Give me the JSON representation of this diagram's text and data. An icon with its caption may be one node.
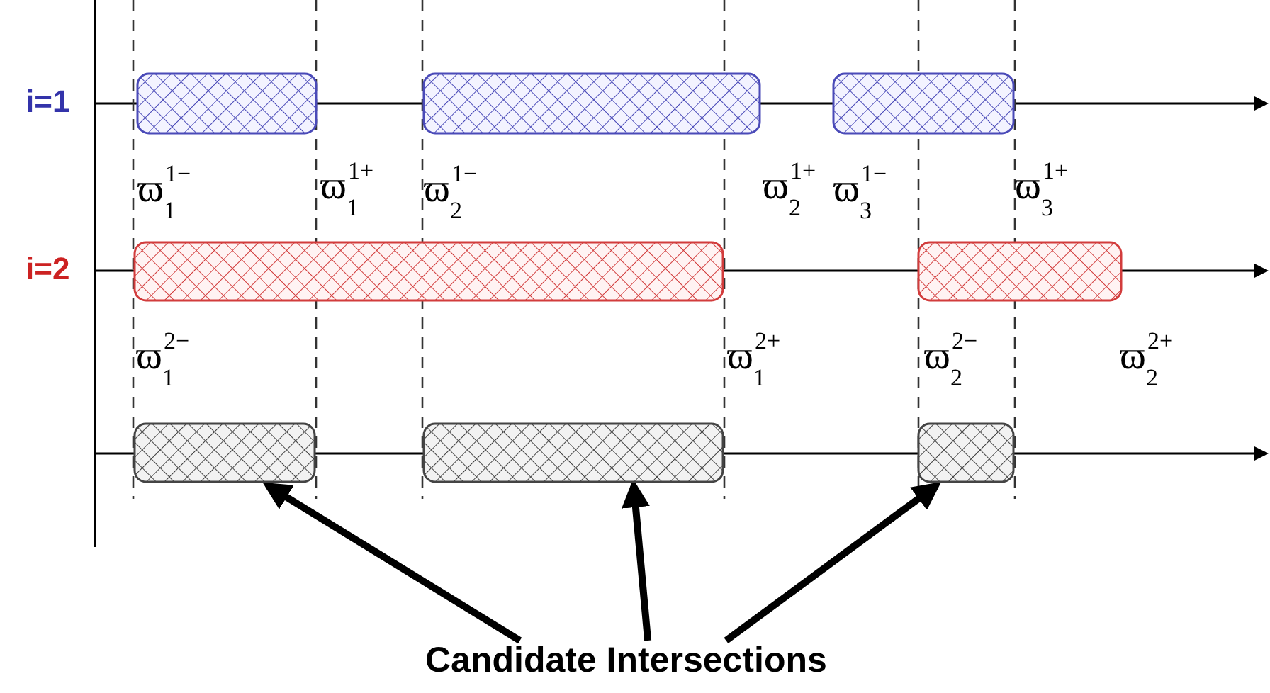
{
  "diagram": {
    "nodes": [
      {
        "text": [],
        "shape": "bar"
      },
      {
        "text": [],
        "shape": "bar"
      },
      {
        "text": [],
        "shape": "bar"
      },
      {
        "text": [],
        "shape": "bar"
      },
      {
        "text": [],
        "shape": "bar"
      },
      {
        "text": [],
        "shape": "bar"
      },
      {
        "text": [],
        "shape": "bar"
      },
      {
        "text": [],
        "shape": "bar"
      },
      {
        "text": [
          "Candidate Intersections"
        ]
      }
    ],
    "edges": [
      {
        "from": 8,
        "to": 5,
        "arrow": "to"
      },
      {
        "from": 8,
        "to": 6,
        "arrow": "to"
      },
      {
        "from": 8,
        "to": 7,
        "arrow": "to"
      }
    ],
    "labels": [
      "i=1",
      "ϖ$_{1}$$^{1−}$",
      "ϖ$_{1}$$^{1+}$",
      "ϖ$_{2}$$^{1−}$",
      "ϖ$_{2}$$^{1+}$",
      "ϖ$_{3}$$^{1−}$",
      "ϖ$_{3}$$^{1+}$",
      "i=2",
      "ϖ$_{1}$$^{2−}$",
      "ϖ$_{1}$$^{2+}$",
      "ϖ$_{2}$$^{2−}$",
      "ϖ$_{2}$$^{2+}$"
    ]
  }
}
